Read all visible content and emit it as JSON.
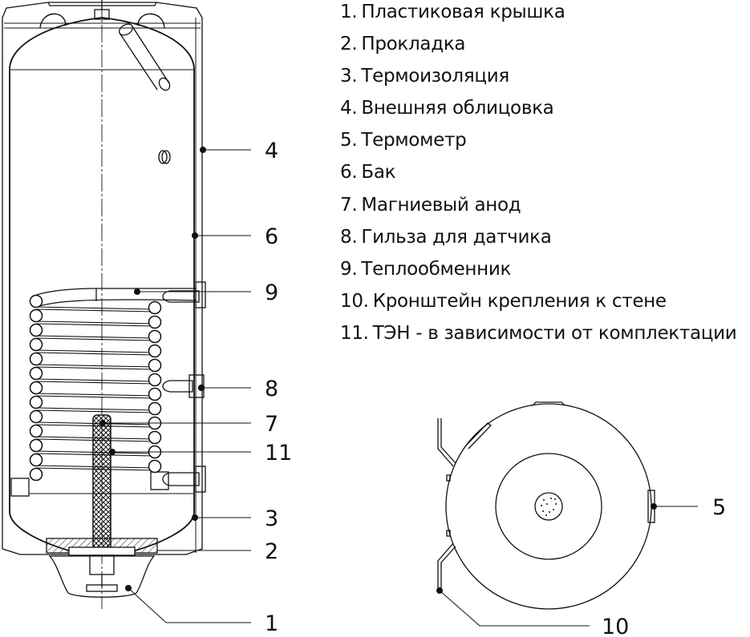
{
  "legend": {
    "items": [
      {
        "num": "1.",
        "label": "Пластиковая крышка"
      },
      {
        "num": "2.",
        "label": "Прокладка"
      },
      {
        "num": "3.",
        "label": "Термоизоляция"
      },
      {
        "num": "4.",
        "label": "Внешняя облицовка"
      },
      {
        "num": "5.",
        "label": "Термометр"
      },
      {
        "num": "6.",
        "label": "Бак"
      },
      {
        "num": "7.",
        "label": "Магниевый анод"
      },
      {
        "num": "8.",
        "label": "Гильза для датчика"
      },
      {
        "num": "9.",
        "label": "Теплообменник"
      },
      {
        "num": "10.",
        "label": "Кронштейн крепления к стене"
      },
      {
        "num": "11.",
        "label": "ТЭН - в зависимости от комплектации"
      }
    ]
  },
  "callouts": {
    "side_view": [
      "4",
      "6",
      "9",
      "8",
      "7",
      "11",
      "3",
      "2",
      "1"
    ],
    "top_view": [
      "5",
      "10"
    ]
  },
  "colors": {
    "line": "#111111",
    "background": "#ffffff"
  },
  "icons": {
    "coil_turn": "heat-exchanger-coil-turn"
  }
}
